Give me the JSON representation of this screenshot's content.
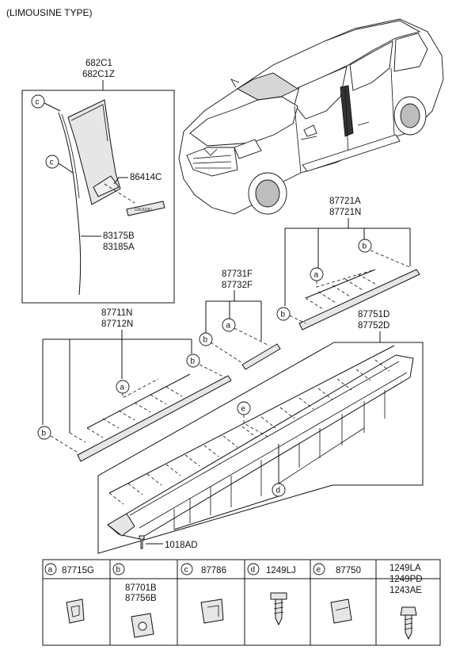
{
  "title": "(LIMOUSINE TYPE)",
  "groups": {
    "pillar": {
      "codes": [
        "682C1",
        "682C1Z"
      ]
    },
    "emblem": {
      "code": "86414C"
    },
    "pillar_seal": {
      "codes": [
        "83175B",
        "83185A"
      ]
    },
    "rear_door_moulding": {
      "codes": [
        "87721A",
        "87721N"
      ]
    },
    "small_moulding": {
      "codes": [
        "87731F",
        "87732F"
      ]
    },
    "front_door_moulding": {
      "codes": [
        "87711N",
        "87712N"
      ]
    },
    "side_sill": {
      "codes": [
        "87751D",
        "87752D"
      ]
    },
    "sill_screw": {
      "code": "1018AD"
    }
  },
  "callouts": {
    "a": "a",
    "b": "b",
    "c": "c",
    "d": "d",
    "e": "e"
  },
  "legend": [
    {
      "letter": "a",
      "parts": [
        "87715G"
      ],
      "icon": "clip-icon"
    },
    {
      "letter": "b",
      "parts": [
        "87701B",
        "87756B"
      ],
      "icon": "fastener-icon"
    },
    {
      "letter": "c",
      "parts": [
        "87786"
      ],
      "icon": "clip-icon"
    },
    {
      "letter": "d",
      "parts": [
        "1249LJ"
      ],
      "icon": "screw-icon"
    },
    {
      "letter": "e",
      "parts": [
        "87750"
      ],
      "icon": "clip-icon"
    },
    {
      "letter": "",
      "parts": [
        "1249LA",
        "1249PD",
        "1243AE"
      ],
      "icon": "bolt-icon"
    }
  ]
}
